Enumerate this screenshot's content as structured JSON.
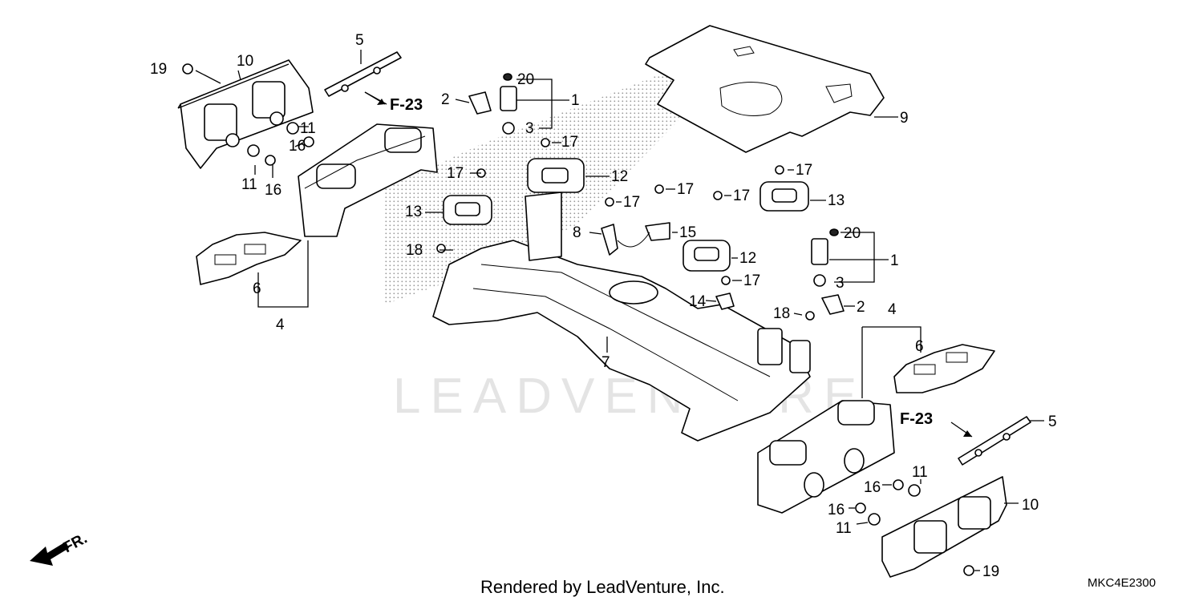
{
  "watermark": "LEADVENTURE",
  "footer": "Rendered by LeadVenture, Inc.",
  "diagram_code": "MKC4E2300",
  "front_indicator": "FR.",
  "section_ref": "F-23",
  "callouts": {
    "c1": "1",
    "c2": "2",
    "c3": "3",
    "c4": "4",
    "c5": "5",
    "c6": "6",
    "c7": "7",
    "c8": "8",
    "c9": "9",
    "c10": "10",
    "c11": "11",
    "c12": "12",
    "c13": "13",
    "c14": "14",
    "c15": "15",
    "c16": "16",
    "c17": "17",
    "c18": "18",
    "c19": "19",
    "c20": "20"
  }
}
